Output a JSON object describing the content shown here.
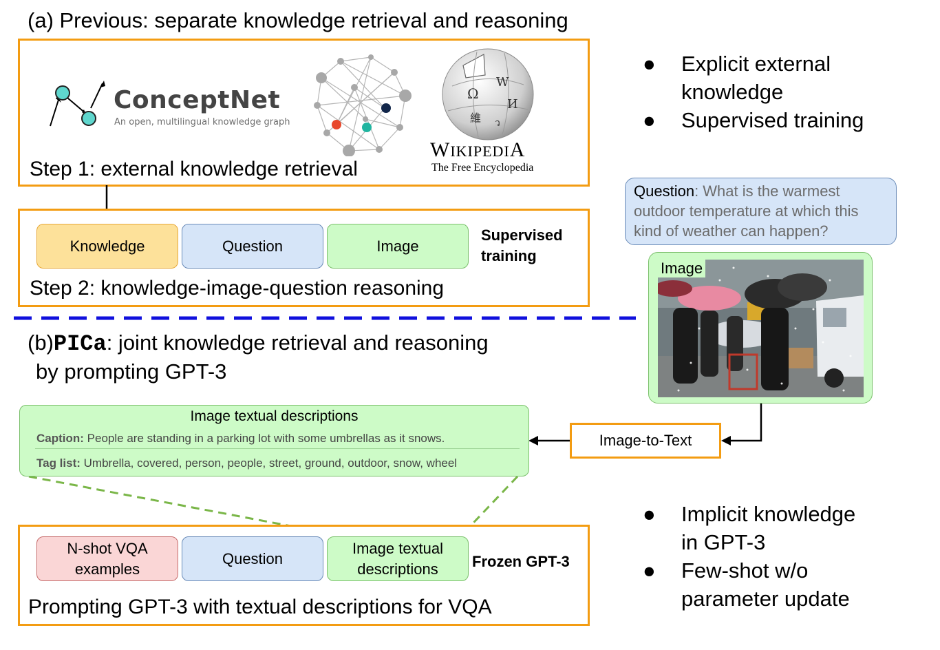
{
  "section_a": {
    "heading": "(a) Previous: separate knowledge retrieval and reasoning",
    "step1_label": "Step 1: external knowledge retrieval",
    "step2_label": "Step 2: knowledge-image-question reasoning",
    "conceptnet": {
      "name": "ConceptNet",
      "tagline": "An open, multilingual knowledge graph"
    },
    "wikipedia": {
      "name": "Wikipedia",
      "tagline": "The Free Encyclopedia"
    },
    "inputs": {
      "knowledge": "Knowledge",
      "question": "Question",
      "image": "Image"
    },
    "training_line1": "Supervised",
    "training_line2": "training",
    "bullets": [
      "Explicit external knowledge",
      "Supervised training"
    ],
    "bullet_lines": {
      "b1_l1": "Explicit external",
      "b1_l2": "knowledge",
      "b2_l1": "Supervised training"
    }
  },
  "section_b": {
    "heading_prefix": "(b)",
    "heading_name": "PICa",
    "heading_rest_line1": ": joint knowledge retrieval and reasoning",
    "heading_line2": "by prompting GPT-3",
    "question_bubble": {
      "label": "Question",
      "text": ": What is the warmest outdoor temperature at which this kind of weather can happen?"
    },
    "image_panel_label": "Image",
    "image_to_text": "Image-to-Text",
    "descriptions": {
      "title": "Image textual descriptions",
      "caption_label": "Caption:",
      "caption": "People are standing in a parking lot with some umbrellas as it snows.",
      "tags_label": "Tag list:",
      "tags": "Umbrella, covered, person, people, street, ground, outdoor, snow, wheel"
    },
    "prompt_inputs": {
      "nshot_l1": "N-shot VQA",
      "nshot_l2": "examples",
      "question": "Question",
      "desc_l1": "Image textual",
      "desc_l2": "descriptions"
    },
    "frozen_label": "Frozen GPT-3",
    "step_label": "Prompting GPT-3 with textual descriptions for VQA",
    "bullet_lines": {
      "b1_l1": "Implicit knowledge",
      "b1_l2": "in GPT-3",
      "b2_l1": "Few-shot w/o",
      "b2_l2": "parameter update"
    }
  },
  "bullet_glyph": "●",
  "colors": {
    "box_border": "#f39c12",
    "divider": "#1010dd",
    "dashed_connector": "#7ab648",
    "yellow_fill": "#fde19a",
    "blue_fill": "#d6e5f8",
    "green_fill": "#cdfbc7",
    "red_fill": "#fad6d6"
  }
}
